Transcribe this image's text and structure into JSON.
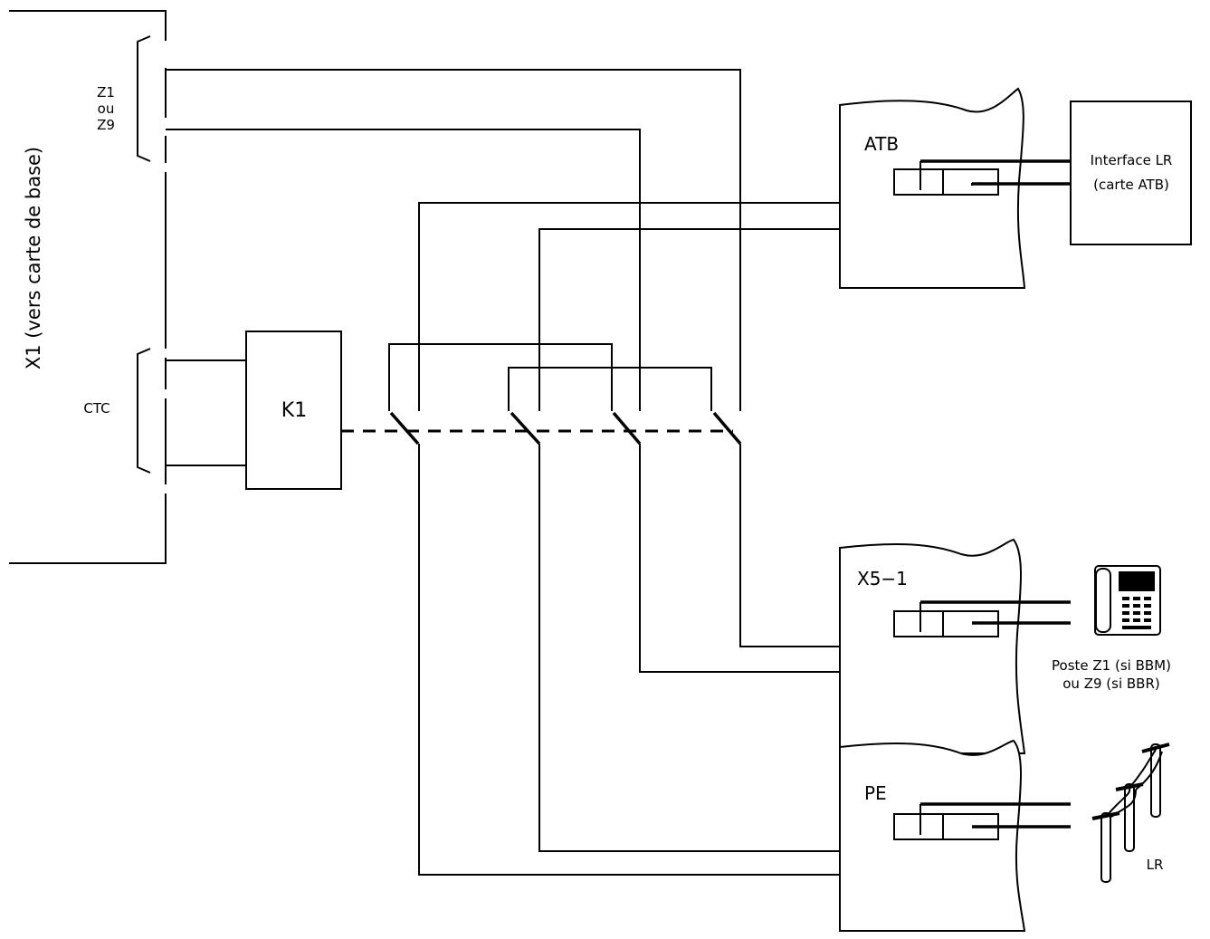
{
  "labels": {
    "x1_side": "X1 (vers carte de base)",
    "z1": "Z1",
    "ou": "ou",
    "z9": "Z9",
    "ctc": "CTC",
    "k1": "K1",
    "atb": "ATB",
    "interface_line1": "Interface LR",
    "interface_line2": "(carte ATB)",
    "x5": "X5−1",
    "poste_line1": "Poste Z1 (si BBM)",
    "poste_line2": "ou Z9 (si BBR)",
    "pe": "PE",
    "lr": "LR"
  },
  "icons": {
    "telephone": "telephone-icon",
    "poles": "telephone-poles-icon"
  },
  "colors": {
    "line": "#000000",
    "background": "#ffffff"
  }
}
